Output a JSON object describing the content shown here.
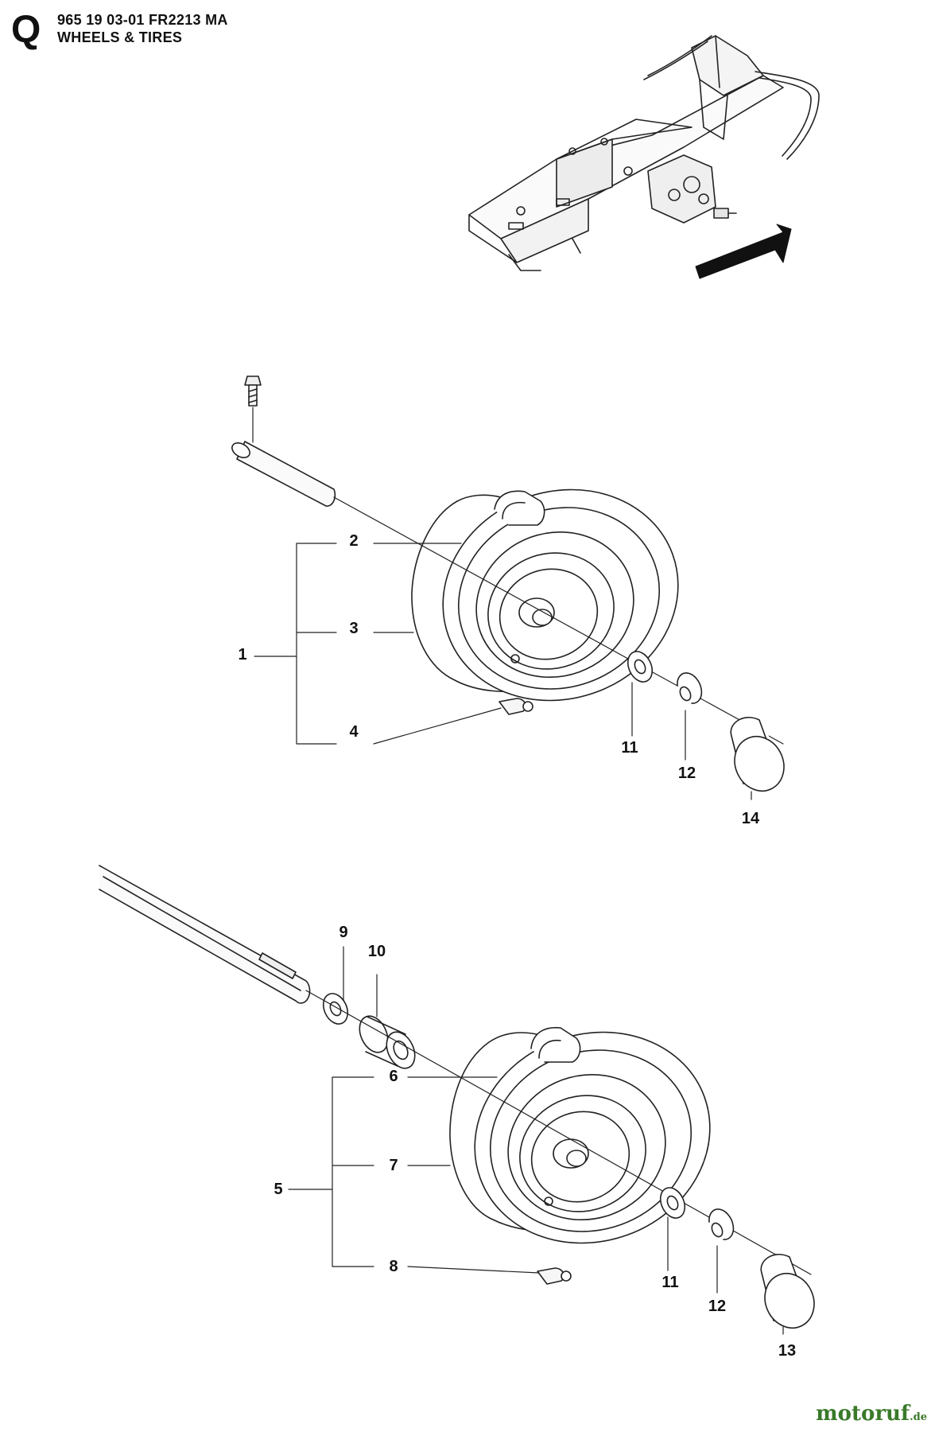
{
  "header": {
    "section_letter": "Q",
    "title_line1": "965 19 03-01 FR2213 MA",
    "title_line2": "WHEELS & TIRES"
  },
  "callouts": {
    "c1": "1",
    "c2": "2",
    "c3": "3",
    "c4": "4",
    "c5": "5",
    "c6": "6",
    "c7": "7",
    "c8": "8",
    "c9": "9",
    "c10": "10",
    "c11a": "11",
    "c11b": "11",
    "c12a": "12",
    "c12b": "12",
    "c13": "13",
    "c14": "14"
  },
  "watermark": {
    "brand": "motoruf",
    "tld": ".de"
  },
  "colors": {
    "ink": "#111111",
    "watermark": "#3a7a2a"
  }
}
